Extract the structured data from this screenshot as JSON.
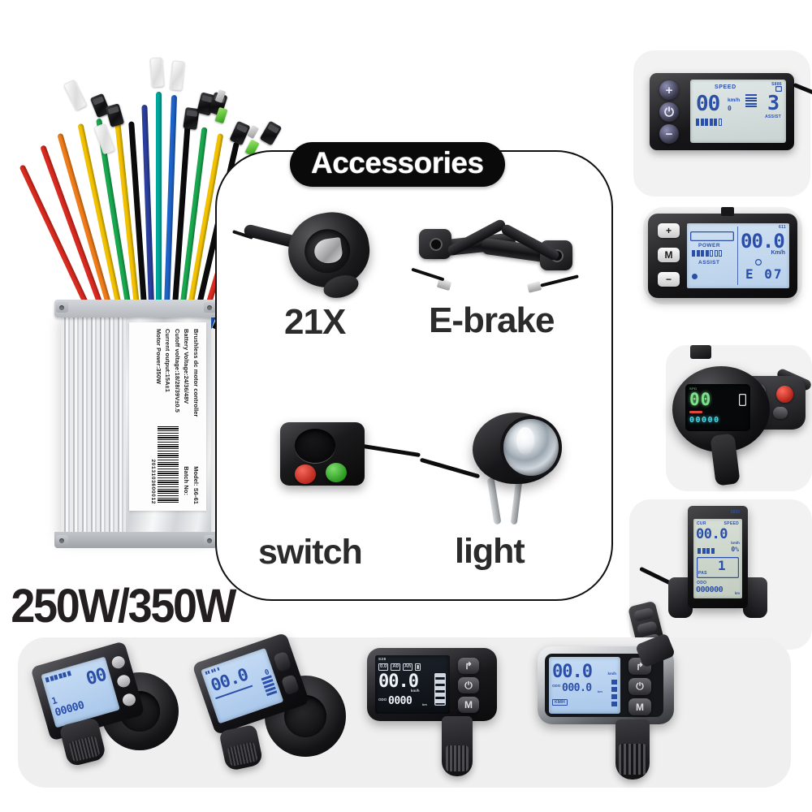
{
  "product": {
    "wattage_label": "250W/350W",
    "accessories_title": "Accessories"
  },
  "controller": {
    "name": "brushless-dc-motor-controller",
    "label_lines": [
      "Brushless dc motor controller",
      "Battery Voltage:24/36/48V",
      "Cutoff voltage:18/28/39V±0.5",
      "Current output:15A±1",
      "Motor Power:350W"
    ],
    "model_line": "Model: S6-61",
    "batch_line": "Batch No:",
    "barcode_number": "2013103600012",
    "wire_colors": [
      "#d92b20",
      "#ef7d1a",
      "#f2c200",
      "#1aa84f",
      "#1e63c8",
      "#0c0c0c",
      "#f2f2f2",
      "#00a99d",
      "#8e44ad"
    ]
  },
  "accessories": [
    {
      "key": "throttle",
      "label": "21X",
      "icon": "throttle-icon"
    },
    {
      "key": "ebrake",
      "label": "E-brake",
      "icon": "brake-lever-icon"
    },
    {
      "key": "switch",
      "label": "switch",
      "icon": "handlebar-switch-icon"
    },
    {
      "key": "light",
      "label": "light",
      "icon": "headlight-icon"
    }
  ],
  "switch_buttons": {
    "horn_color": "#c02d22",
    "light_color": "#2e9f24"
  },
  "displays": {
    "s886": {
      "name": "s886-lcd-display",
      "model": "S886",
      "title": "SPEED",
      "speed": "00",
      "unit": "km/h",
      "sub": "0",
      "assist_level": "3",
      "assist_label": "ASSIST",
      "buttons": [
        "+",
        "⏻",
        "−"
      ]
    },
    "power_assist": {
      "name": "power-assist-lcd-display",
      "model": "611",
      "power_label": "POWER",
      "assist_label": "ASSIST",
      "speed": "00.0",
      "unit": "Km/h",
      "error_code": "E 07",
      "buttons": [
        "+",
        "M",
        "−"
      ]
    },
    "round_color": {
      "name": "round-color-lcd-throttle-display",
      "speed": "00",
      "odo": "00000",
      "power_button": "power-button",
      "mode_button": "mode-button"
    },
    "s830": {
      "name": "s830-vertical-lcd-display",
      "model": "S830",
      "cur_label": "CUR",
      "speed_label": "SPEED",
      "speed": "00.0",
      "unit": "km/h",
      "battery_pct": "0%",
      "pas_label": "PAS",
      "pas_level": "1",
      "odo_label": "ODO",
      "odo": "000000",
      "odo_unit": "km"
    }
  },
  "bottom_displays": [
    {
      "name": "thumb-throttle-lcd-blue-1",
      "speed": "00",
      "odo": "00000",
      "sub": "1",
      "style": "blue"
    },
    {
      "name": "thumb-throttle-lcd-blue-2",
      "speed": "00.0",
      "sub": "0",
      "style": "blue"
    },
    {
      "name": "thumb-throttle-lcd-dark-s28",
      "model": "S28",
      "speed": "00.0",
      "unit": "km/h",
      "odo_label": "ODO",
      "odo": "0000",
      "odo_unit": "km",
      "style": "dark",
      "buttons": [
        "↱",
        "⏻",
        "M"
      ]
    },
    {
      "name": "thumb-throttle-lcd-silver",
      "speed": "00.0",
      "unit": "km/h",
      "odo_label": "ODO",
      "odo": "000.0",
      "odo_unit": "km",
      "badge": "KM/H",
      "style": "silver",
      "buttons": [
        "↱",
        "⏻",
        "M"
      ]
    }
  ]
}
